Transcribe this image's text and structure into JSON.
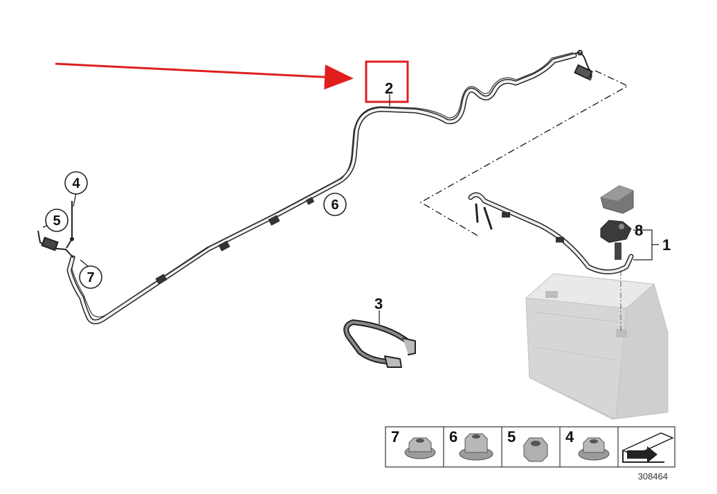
{
  "callouts": {
    "c1": "1",
    "c2": "2",
    "c3": "3",
    "c4": "4",
    "c5": "5",
    "c6": "6",
    "c7": "7",
    "c8": "8"
  },
  "legend": {
    "items": [
      {
        "number": "7",
        "part": "flange-nut-icon"
      },
      {
        "number": "6",
        "part": "collar-nut-icon"
      },
      {
        "number": "5",
        "part": "hex-nut-icon"
      },
      {
        "number": "4",
        "part": "flange-nut-icon"
      }
    ],
    "direction_icon": "arrow-plate-icon"
  },
  "diagram_id": "308464",
  "colors": {
    "highlight": "#e01e1e",
    "arrow": "#e01e1e",
    "line": "#222222",
    "battery": "#d9d9d9"
  }
}
